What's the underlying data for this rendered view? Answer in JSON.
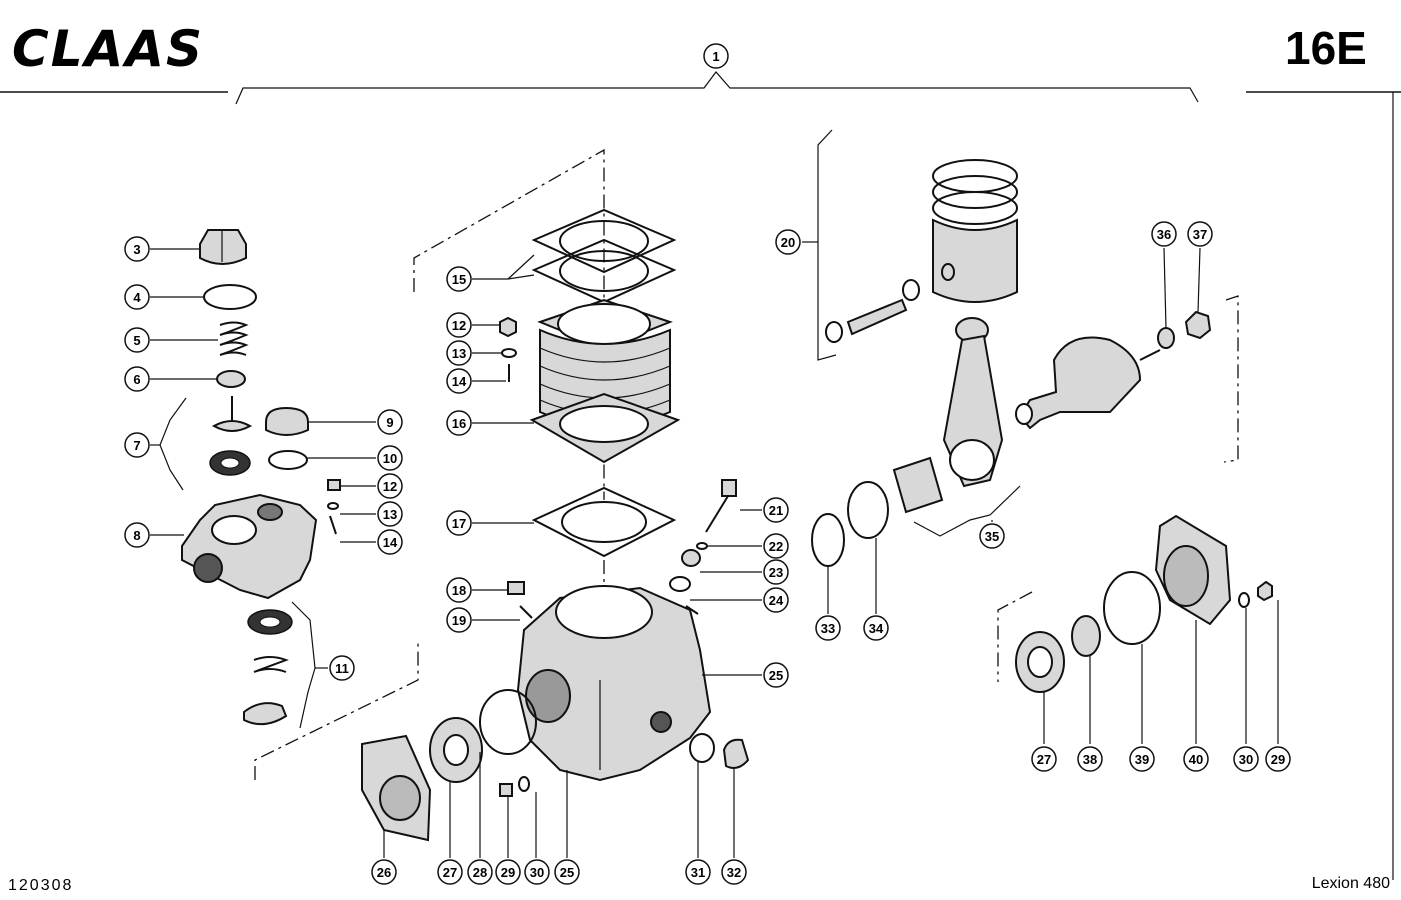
{
  "header": {
    "brand": "CLAAS",
    "page_code": "16E"
  },
  "footer": {
    "drawing_number": "120308",
    "model": "Lexion 480"
  },
  "callouts": [
    "1",
    "3",
    "4",
    "5",
    "6",
    "7",
    "8",
    "9",
    "10",
    "12",
    "13",
    "14",
    "11",
    "15",
    "12",
    "13",
    "14",
    "16",
    "17",
    "18",
    "19",
    "21",
    "22",
    "23",
    "24",
    "25",
    "26",
    "27",
    "28",
    "29",
    "30",
    "25",
    "31",
    "32",
    "20",
    "36",
    "37",
    "35",
    "33",
    "34",
    "27",
    "38",
    "39",
    "40",
    "30",
    "29"
  ]
}
